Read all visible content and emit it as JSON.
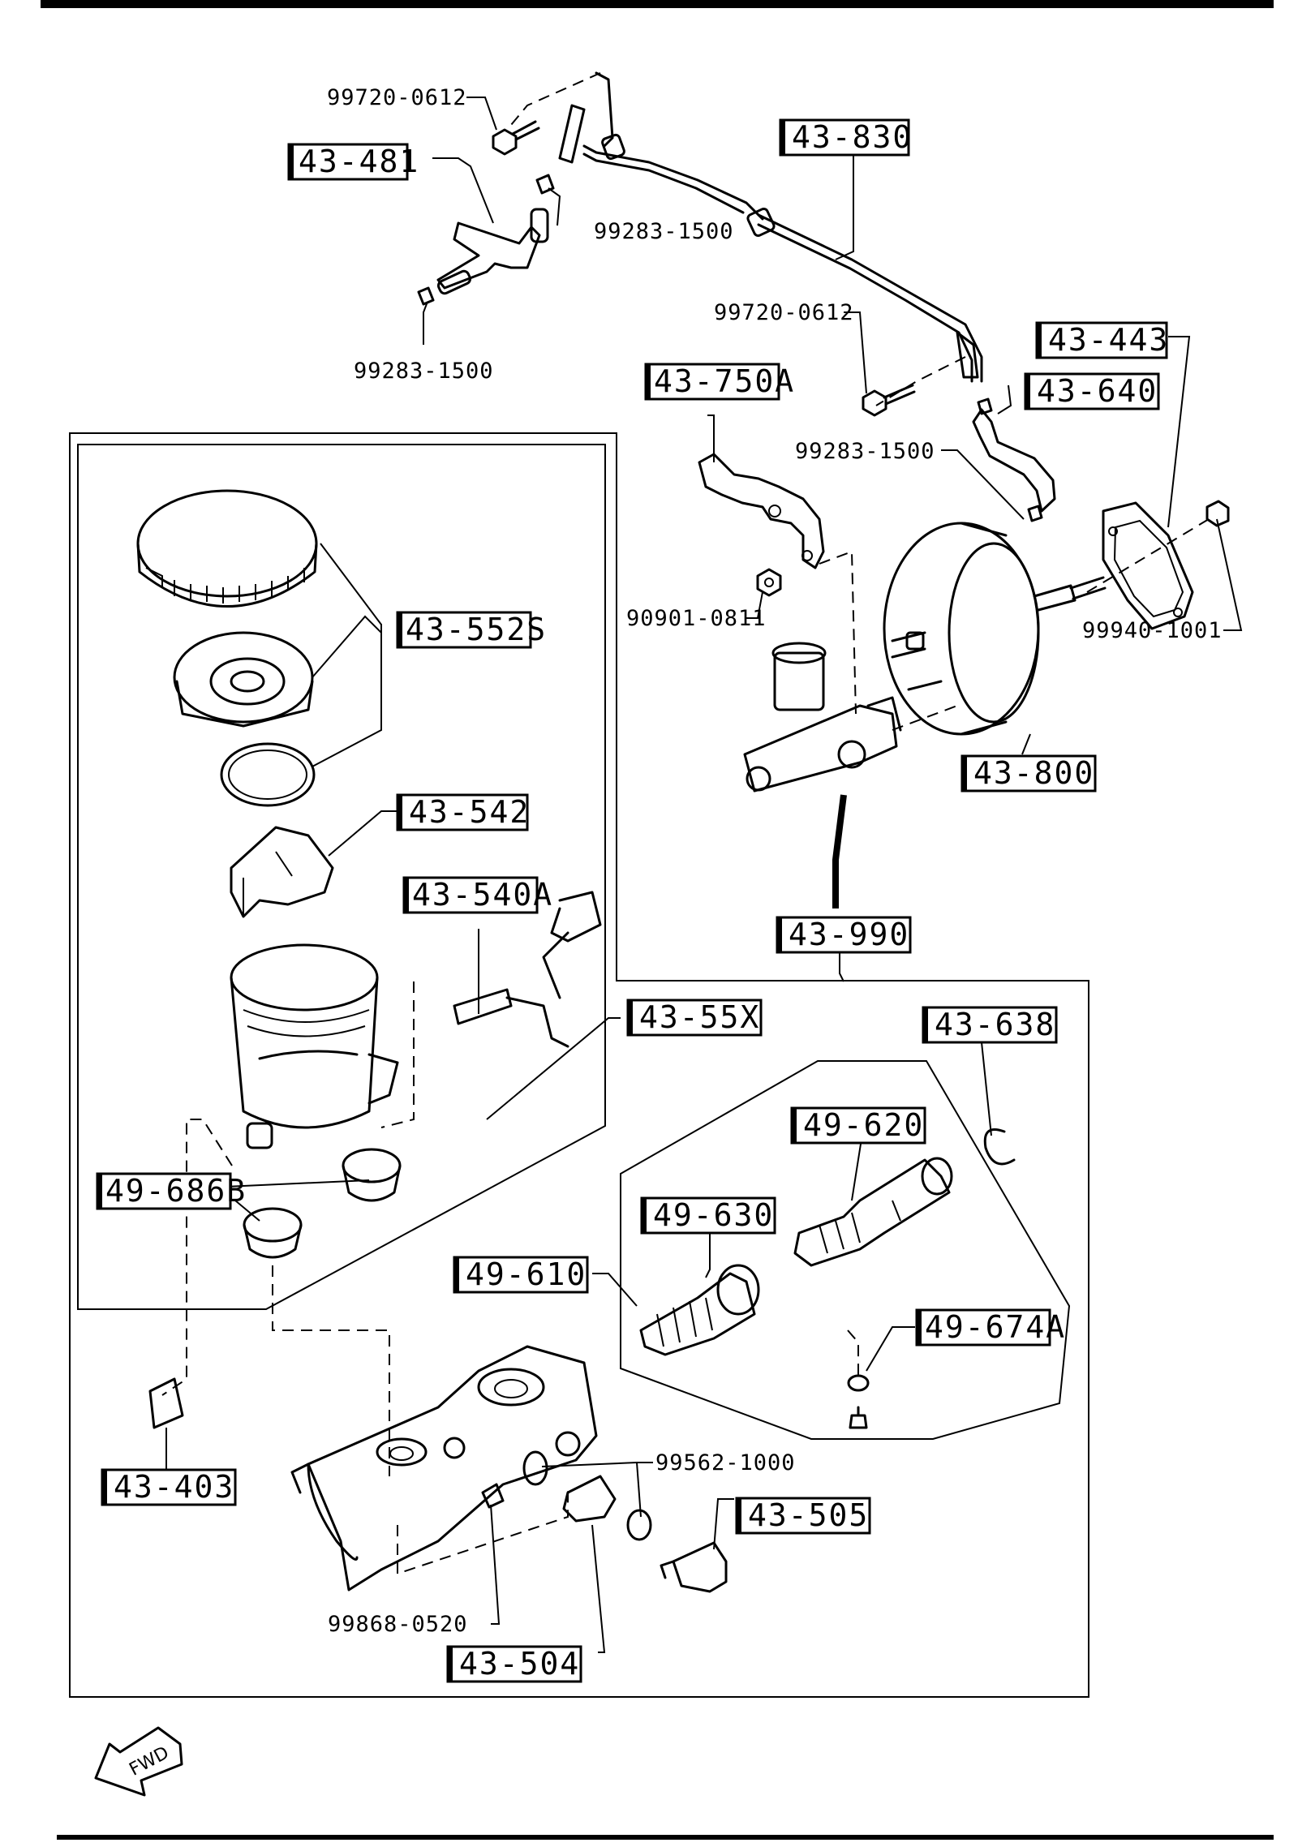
{
  "labels": {
    "l_43_481": "43-481",
    "l_43_830": "43-830",
    "l_43_443": "43-443",
    "l_43_640": "43-640",
    "l_43_750A": "43-750A",
    "l_43_552S": "43-552S",
    "l_43_542": "43-542",
    "l_43_540A": "43-540A",
    "l_43_55X": "43-55X",
    "l_43_800": "43-800",
    "l_43_990": "43-990",
    "l_43_638": "43-638",
    "l_49_620": "49-620",
    "l_49_630": "49-630",
    "l_49_610": "49-610",
    "l_49_686B": "49-686B",
    "l_49_674A": "49-674A",
    "l_43_403": "43-403",
    "l_43_505": "43-505",
    "l_43_504": "43-504"
  },
  "part_numbers": {
    "p_99720_0612_top": "99720-0612",
    "p_99283_1500_top": "99283-1500",
    "p_99283_1500_left": "99283-1500",
    "p_99720_0612_mid": "99720-0612",
    "p_99283_1500_right": "99283-1500",
    "p_90901_0811": "90901-0811",
    "p_99940_1001": "99940-1001",
    "p_99562_1000": "99562-1000",
    "p_99868_0520": "99868-0520"
  },
  "direction_arrow": {
    "text": "FWD"
  }
}
